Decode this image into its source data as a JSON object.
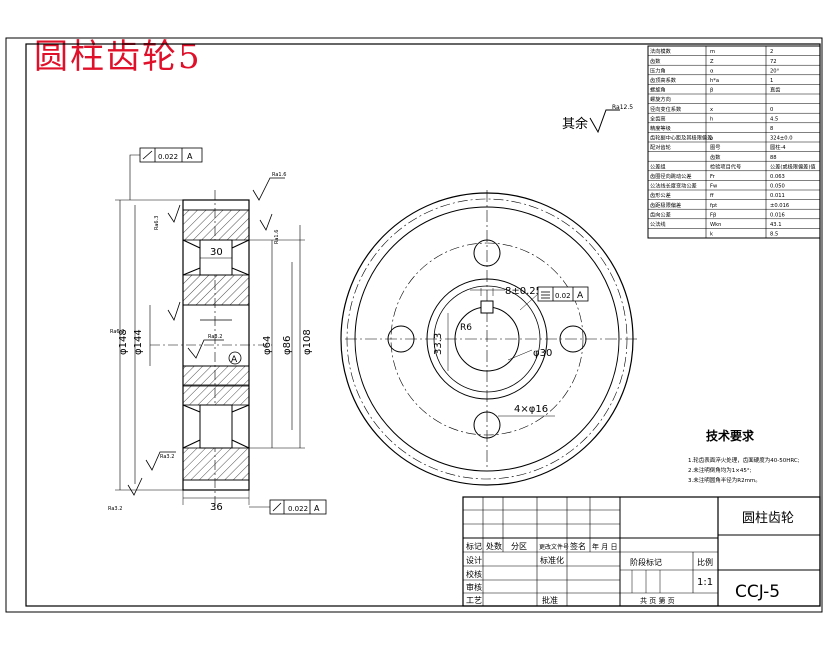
{
  "title": "圆柱齿轮5",
  "param_table": {
    "rows": [
      {
        "name": "法向模数",
        "symbol": "m",
        "value": "2"
      },
      {
        "name": "齿数",
        "symbol": "Z",
        "value": "72"
      },
      {
        "name": "压力角",
        "symbol": "α",
        "value": "20°"
      },
      {
        "name": "齿顶高系数",
        "symbol": "h*a",
        "value": "1"
      },
      {
        "name": "螺旋角",
        "symbol": "β",
        "value": "直齿"
      },
      {
        "name": "螺旋方向",
        "symbol": "",
        "value": ""
      },
      {
        "name": "径向变位系数",
        "symbol": "x",
        "value": "0"
      },
      {
        "name": "全齿高",
        "symbol": "h",
        "value": "4.5"
      },
      {
        "name": "精度等级",
        "symbol": "",
        "value": "8"
      },
      {
        "name": "齿轮副中心距及其极限偏差",
        "symbol": "a",
        "value": "324±0.0"
      },
      {
        "name": "配对齿轮",
        "symbol": "图号",
        "value": "圆柱-4"
      },
      {
        "name": "",
        "symbol": "齿数",
        "value": "88"
      },
      {
        "name": "公差组",
        "symbol": "检验项目代号",
        "value": "公差(或极限偏差)值"
      },
      {
        "name": "齿圈径向跳动公差",
        "symbol": "Fr",
        "value": "0.063"
      },
      {
        "name": "公法线长度变动公差",
        "symbol": "Fw",
        "value": "0.050"
      },
      {
        "name": "齿形公差",
        "symbol": "ff",
        "value": "0.011"
      },
      {
        "name": "齿距极限偏差",
        "symbol": "fpt",
        "value": "±0.016"
      },
      {
        "name": "齿向公差",
        "symbol": "Fβ",
        "value": "0.016"
      },
      {
        "name": "公法线",
        "symbol": "Wkn",
        "value": "43.1"
      },
      {
        "name": "",
        "symbol": "k",
        "value": "8.5"
      }
    ]
  },
  "roughness_rest": "其余",
  "roughness_rest_value": "Ra12.5",
  "tech_requirements": {
    "heading": "技术要求",
    "items": [
      "1.轮齿表面淬火处理，齿面硬度为40-50HRC;",
      "2.未注明倒角均为1×45°;",
      "3.未注明圆角半径为R2mm。"
    ]
  },
  "side_view": {
    "dims": {
      "d_tip": "φ148",
      "d_root": "φ144",
      "d_64": "φ64",
      "d_86": "φ86",
      "d_108": "φ108",
      "width_30": "30",
      "width_36": "36"
    },
    "tol_top": {
      "value": "0.022",
      "datum": "A"
    },
    "tol_bottom": {
      "value": "0.022",
      "datum": "A"
    },
    "datum": "A",
    "roughness": [
      "Ra1.6",
      "Ra6.3",
      "Ra6.3",
      "Ra3.2",
      "Ra1.6",
      "Ra3.2",
      "Ra3.2"
    ]
  },
  "front_view": {
    "keyway": "8±0.25",
    "keyway_tol": {
      "value": "0.02",
      "datum": "A"
    },
    "d_hub": "φ30",
    "key_depth": "33.3",
    "radius": "R6",
    "holes": "4×φ16"
  },
  "title_block": {
    "part_name": "圆柱齿轮",
    "drawing_no": "CCJ-5",
    "scale_label": "比例",
    "scale": "1:1",
    "stage_label": "阶段标记",
    "sheets": "共 页 第 页",
    "labels": {
      "mark": "标记",
      "count": "处数",
      "zone": "分区",
      "change_doc": "更改文件号",
      "sign": "签名",
      "date": "年 月 日",
      "design": "设计",
      "standard": "标准化",
      "proof": "校核",
      "review": "审核",
      "process": "工艺",
      "approve": "批准"
    }
  }
}
